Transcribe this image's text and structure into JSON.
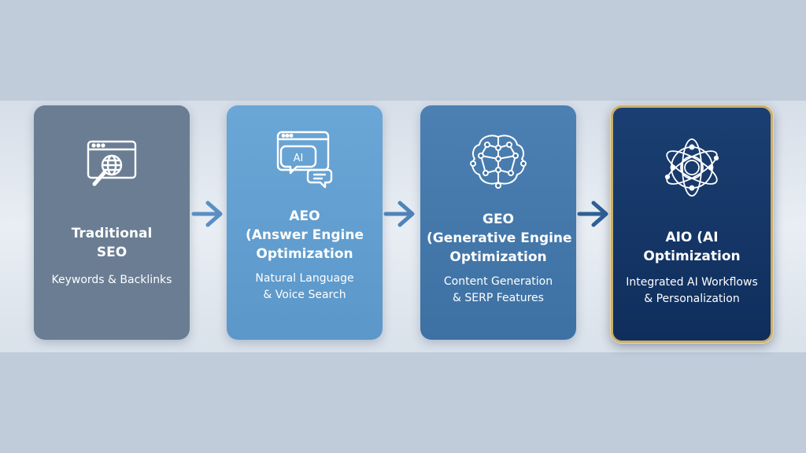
{
  "stages": [
    {
      "icon": "browser-search-icon",
      "title_lines": [
        "Traditional",
        "SEO"
      ],
      "desc_lines": [
        "Keywords & Backlinks"
      ]
    },
    {
      "icon": "ai-chat-icon",
      "icon_text": "AI",
      "title_lines": [
        "AEO",
        "(Answer Engine",
        "Optimization"
      ],
      "desc_lines": [
        "Natural Language",
        "& Voice Search"
      ]
    },
    {
      "icon": "brain-network-icon",
      "title_lines": [
        "GEO",
        "(Generative Engine",
        "Optimization"
      ],
      "desc_lines": [
        "Content Generation",
        "& SERP Features"
      ]
    },
    {
      "icon": "atom-orbit-icon",
      "title_lines": [
        "AIO (AI",
        "Optimization"
      ],
      "desc_lines": [
        "Integrated AI Workflows",
        "& Personalization"
      ]
    }
  ],
  "colors": {
    "background": "#c1ccdb",
    "stage1": "#6a7d93",
    "stage2": "#5f9ccd",
    "stage3": "#4577a9",
    "stage4": "#133564",
    "stage4_border": "#c9ae6e",
    "arrow_light": "#5a8fc4",
    "arrow_dark": "#2f5f94"
  }
}
